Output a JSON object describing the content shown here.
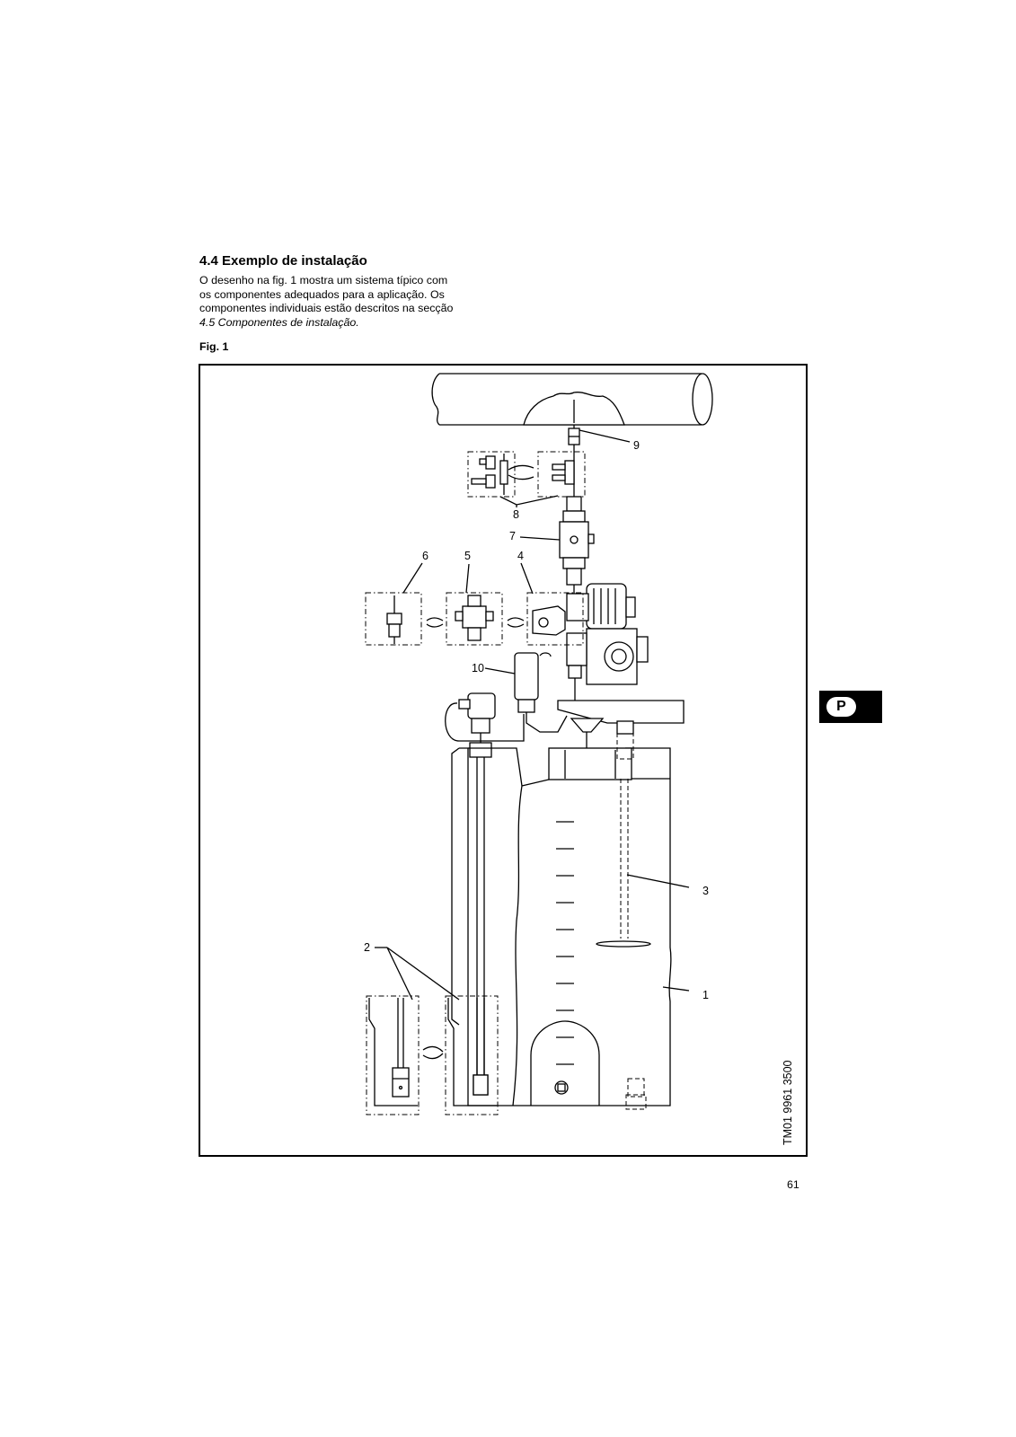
{
  "section": {
    "heading": "4.4 Exemplo de instalação",
    "intro_lines": [
      "O desenho na fig. 1 mostra um sistema típico com",
      "os componentes adequados para a aplicação. Os",
      "componentes individuais estão descritos na secção"
    ],
    "intro_reference": "4.5 Componentes de instalação.",
    "figure_label": "Fig. 1"
  },
  "figure": {
    "callouts": [
      "1",
      "2",
      "3",
      "4",
      "5",
      "6",
      "7",
      "8",
      "9",
      "10"
    ],
    "drawing_code": "TM01 9961 3500"
  },
  "language_tab": "P",
  "page_number": "61"
}
